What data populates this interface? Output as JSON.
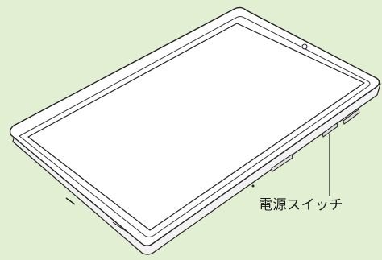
{
  "figure": {
    "background_color": "#e3efd2",
    "device": "tablet",
    "callout": {
      "label": "電源スイッチ",
      "target": "power-switch"
    }
  }
}
